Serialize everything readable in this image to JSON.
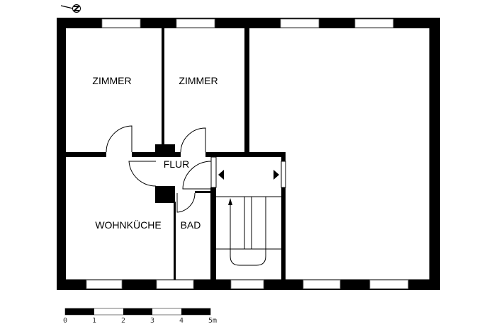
{
  "rooms": {
    "zimmer_1": "ZIMMER",
    "zimmer_2": "ZIMMER",
    "flur": "FLUR",
    "wohnkueche": "WOHNKÜCHE",
    "bad": "BAD"
  },
  "scale_bar": {
    "labels": [
      "0",
      "1",
      "2",
      "3",
      "4",
      "5m"
    ]
  },
  "icons": {
    "north_arrow": "north-arrow-icon"
  },
  "colors": {
    "wall": "#000000",
    "background": "#ffffff"
  }
}
